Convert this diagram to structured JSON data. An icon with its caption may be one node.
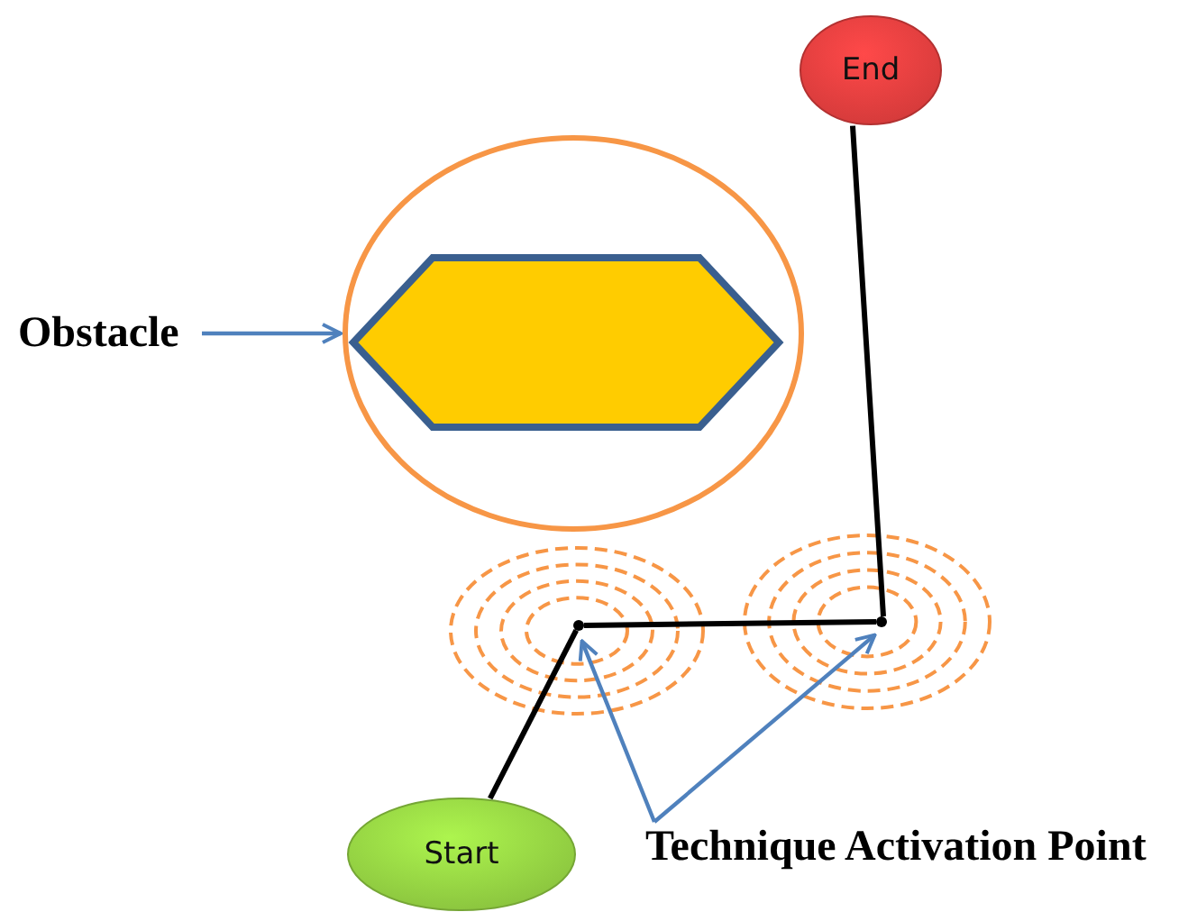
{
  "diagram": {
    "nodes": [
      {
        "text": [
          "End"
        ]
      },
      {
        "text": [
          "Obstacle"
        ]
      },
      {
        "text": [],
        "shape": "circle"
      },
      {
        "text": [],
        "shape": "hexagon",
        "in": 2
      },
      {
        "text": [],
        "shape": "point"
      },
      {
        "text": [],
        "shape": "point"
      },
      {
        "text": [
          "Start"
        ]
      },
      {
        "text": [
          "Technique Activation Point"
        ]
      }
    ],
    "edges": [
      {
        "from": 1,
        "to": 2,
        "arrow": "to",
        "color": "#4f81bd"
      },
      {
        "from": 6,
        "to": 4,
        "arrow": "none",
        "color": "#000000"
      },
      {
        "from": 4,
        "to": 5,
        "arrow": "none",
        "color": "#000000"
      },
      {
        "from": 5,
        "to": 0,
        "arrow": "none",
        "color": "#000000"
      },
      {
        "from": 7,
        "to": 4,
        "arrow": "to",
        "color": "#4f81bd"
      },
      {
        "from": 7,
        "to": 5,
        "arrow": "to",
        "color": "#4f81bd"
      }
    ]
  }
}
